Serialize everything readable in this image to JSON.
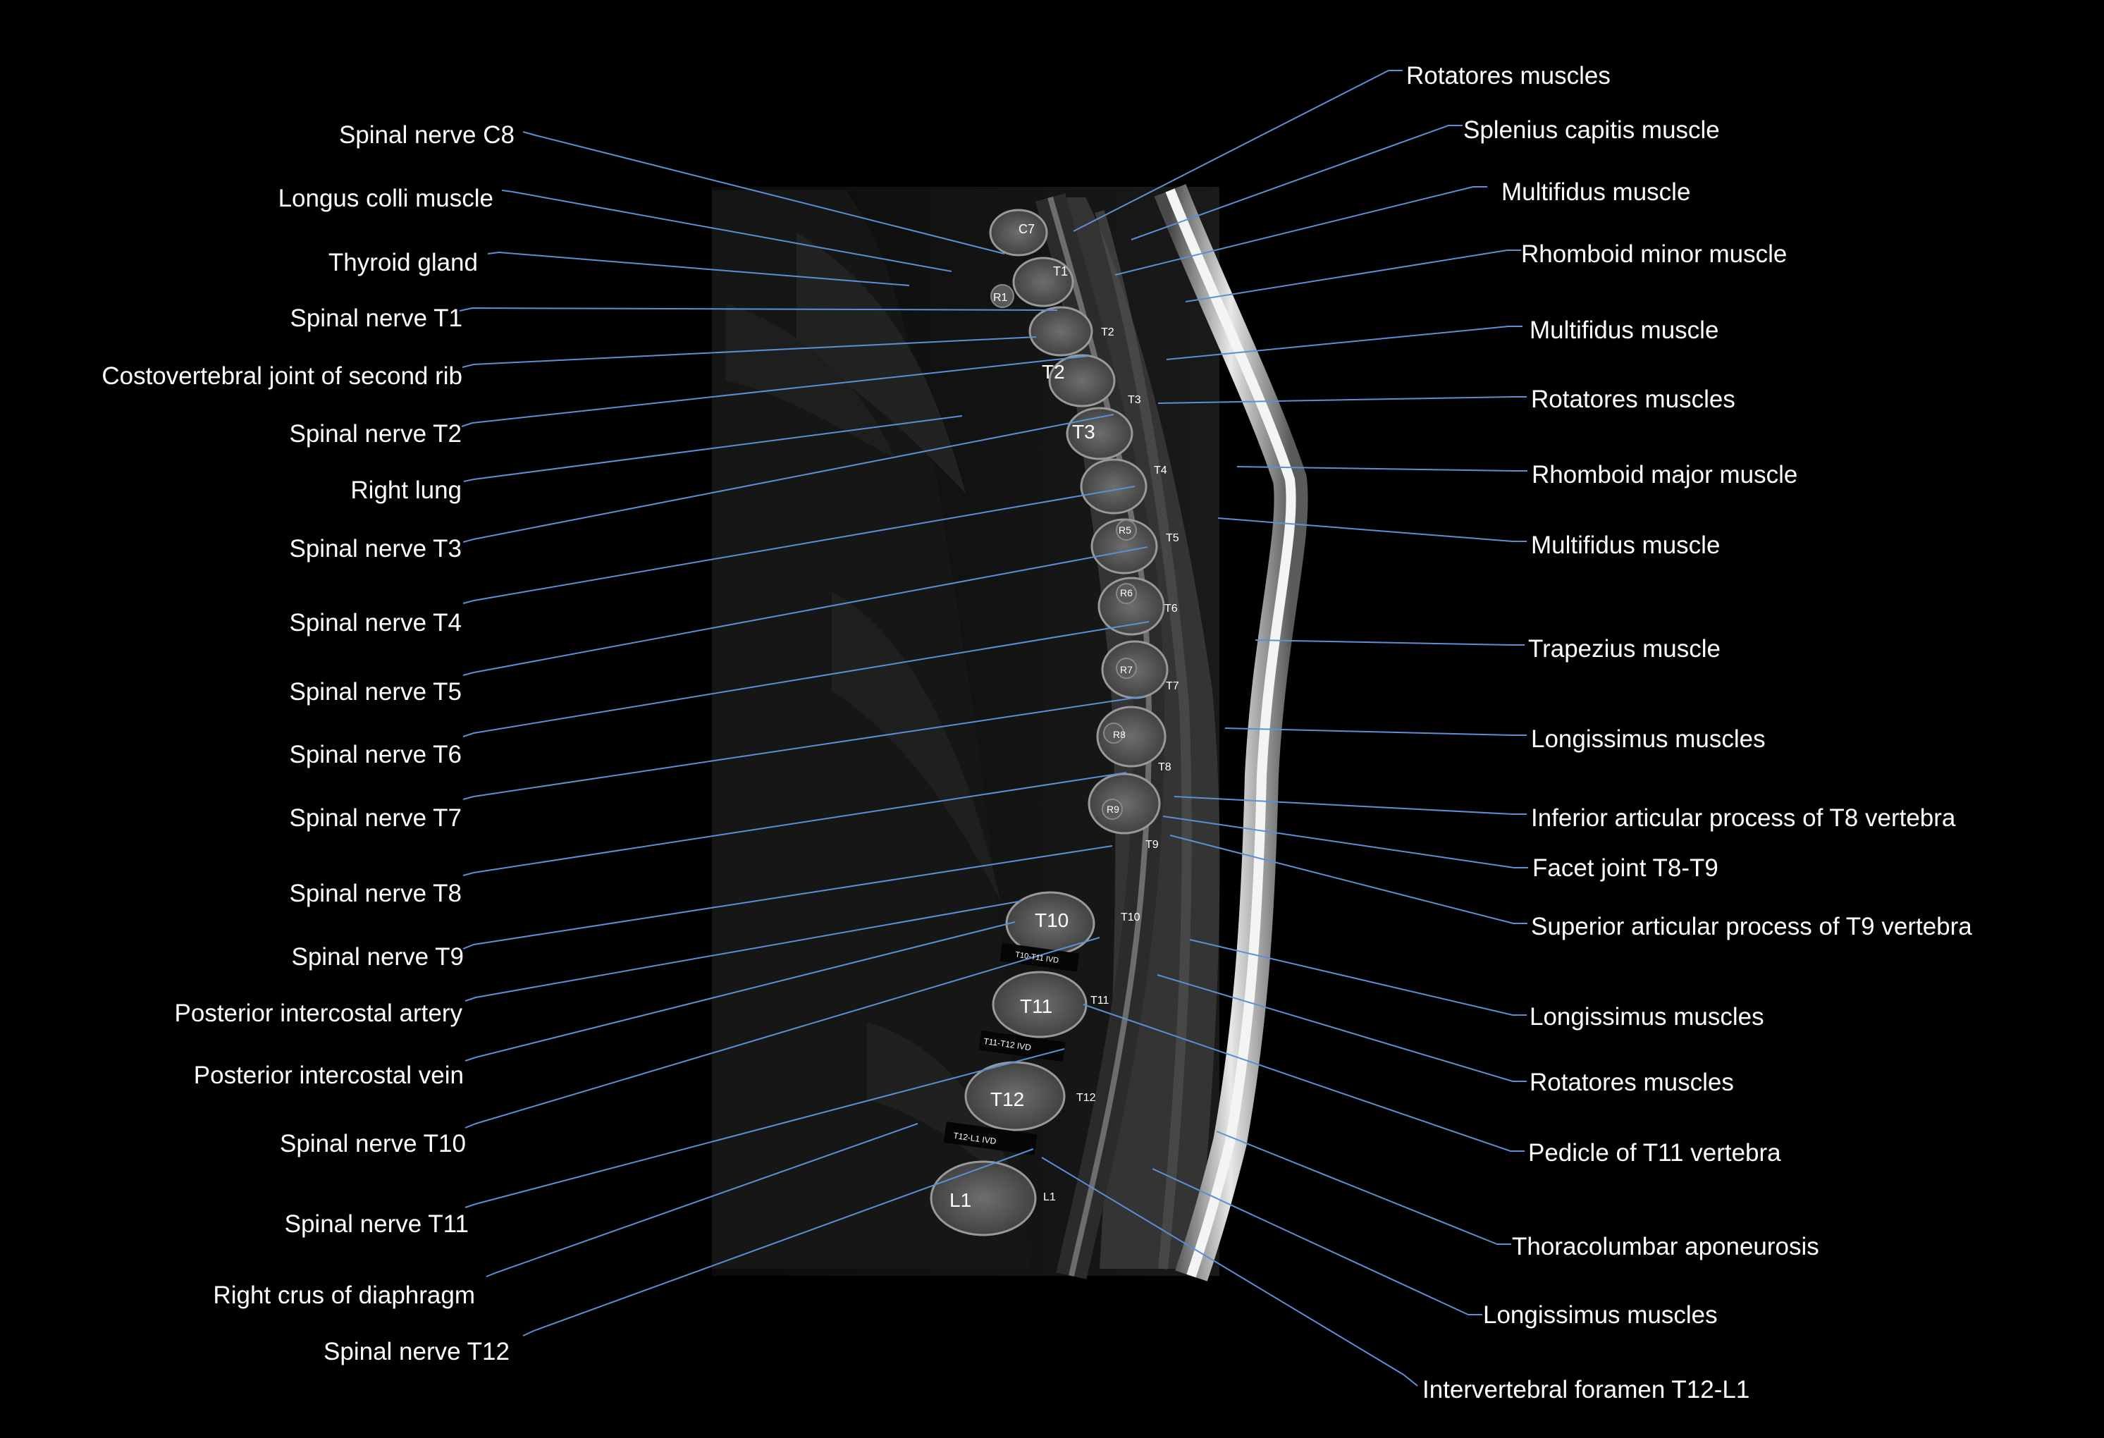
{
  "left_labels": [
    "Spinal nerve C8",
    "Longus colli muscle",
    "Thyroid gland",
    "Spinal nerve T1",
    "Costovertebral joint of second rib",
    "Spinal nerve T2",
    "Right lung",
    "Spinal nerve T3",
    "Spinal nerve T4",
    "Spinal nerve T5",
    "Spinal nerve T6",
    "Spinal nerve T7",
    "Spinal nerve T8",
    "Spinal nerve T9",
    "Posterior intercostal artery",
    "Posterior intercostal vein",
    "Spinal nerve T10",
    "Spinal nerve T11",
    "Right crus of diaphragm",
    "Spinal nerve T12"
  ],
  "right_labels": [
    "Rotatores muscles",
    "Splenius capitis muscle",
    "Multifidus muscle",
    "Rhomboid minor muscle",
    "Multifidus muscle",
    "Rotatores muscles",
    "Rhomboid major muscle",
    "Multifidus muscle",
    "Trapezius muscle",
    "Longissimus muscles",
    "Inferior articular process of T8 vertebra",
    "Facet joint T8-T9",
    "Superior articular process of T9 vertebra",
    "Longissimus muscles",
    "Rotatores muscles",
    "Pedicle of T11 vertebra",
    "Thoracolumbar aponeurosis",
    "Longissimus muscles",
    "Intervertebral foramen T12-L1"
  ],
  "image_labels": [
    "C7",
    "T1",
    "R1",
    "T2",
    "T2",
    "T3",
    "T3",
    "T4",
    "R5",
    "T5",
    "R6",
    "T6",
    "R7",
    "T7",
    "R8",
    "T8",
    "R9",
    "T9",
    "T10",
    "T10",
    "T10-T11 IVD",
    "T11",
    "T11",
    "T11-T12 IVD",
    "T12",
    "T12",
    "T12-L1 IVD",
    "L1",
    "L1"
  ],
  "colors": {
    "background": "#000000",
    "leader": "#5b8fd6",
    "text": "#ffffff"
  }
}
